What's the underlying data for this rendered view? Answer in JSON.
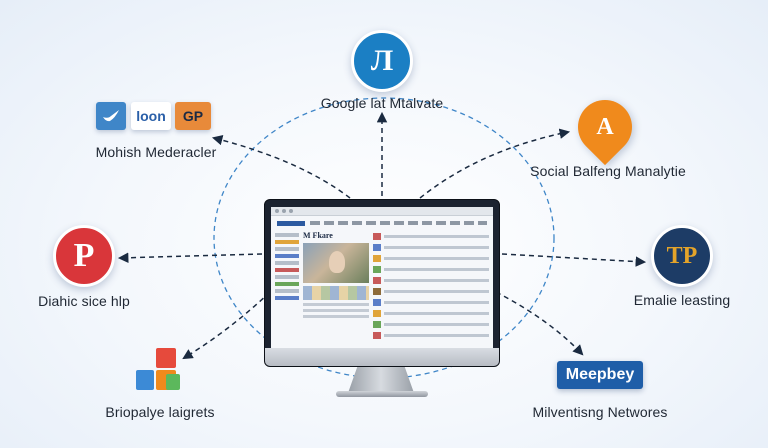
{
  "center": {
    "headline": "M Fkare",
    "site_palette": [
      "#2c5aa0",
      "#e0a43a",
      "#c75a5a",
      "#6aa65a"
    ]
  },
  "nodes": {
    "top": {
      "label": "Google lat Mtalvate",
      "glyph": "Л",
      "color": "#1b7fc4",
      "icon": "search-engine-icon"
    },
    "top_left": {
      "label": "Mohish Mederacler",
      "tiles": [
        "",
        "loon",
        "GP"
      ],
      "tile_colors": [
        "#3f86c8",
        "#2a5fa8",
        "#e88a3a"
      ],
      "icon": "bird-icon"
    },
    "top_right": {
      "label": "Social Balfeng Manalytie",
      "glyph": "A",
      "color": "#f08a1c",
      "icon": "map-pin-icon"
    },
    "left": {
      "label": "Diahic sice hlp",
      "glyph": "P",
      "color": "#d9363a",
      "icon": "pinterest-icon"
    },
    "right": {
      "label": "Emalie leasting",
      "glyph": "TP",
      "color": "#1d3c66",
      "accent": "#e4a42a",
      "icon": "email-icon"
    },
    "bottom_left": {
      "label": "Briopalye laigrets",
      "icon": "blocks-icon",
      "block_colors": [
        "#e64a3c",
        "#f08a1c",
        "#3c8ad6",
        "#5cb85c"
      ]
    },
    "bottom_right": {
      "label": "Milventisng Networes",
      "badge": "Meepbey",
      "color": "#1f5ea8"
    }
  },
  "connector_color": "#1a2a40",
  "orbit_color": "#3f86c8"
}
